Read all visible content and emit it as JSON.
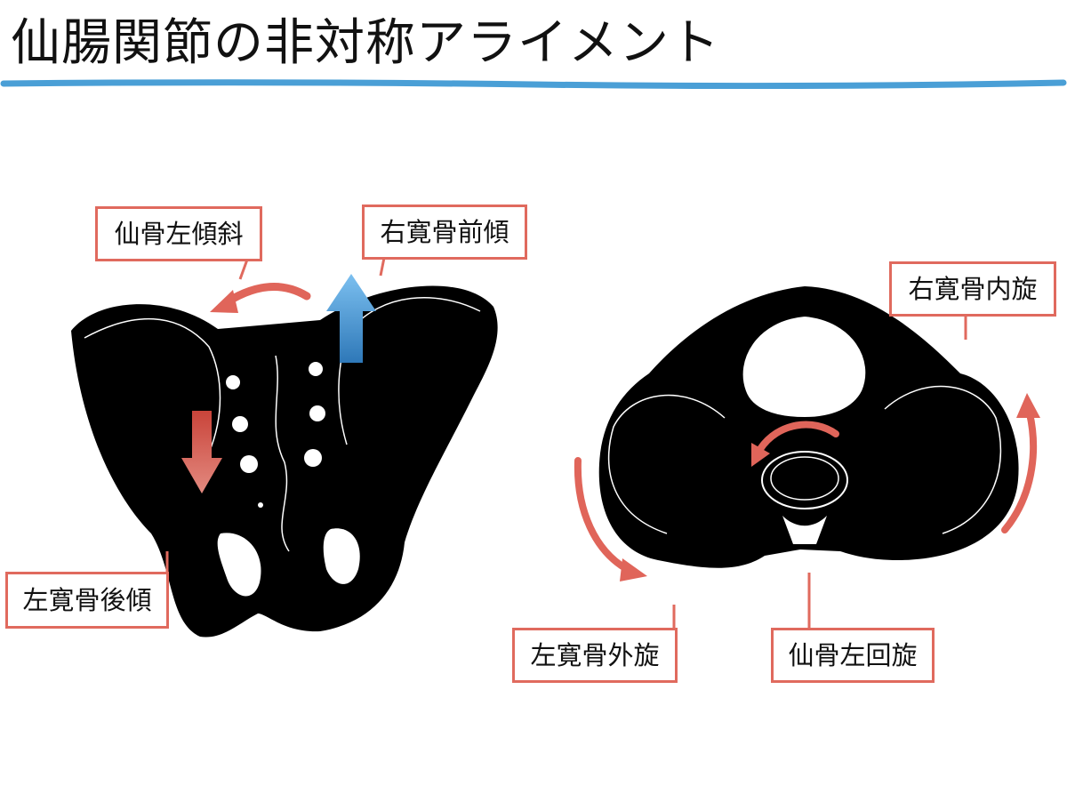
{
  "title": "仙腸関節の非対称アライメント",
  "colors": {
    "rule": "#4a9fd6",
    "bone": "#000000",
    "annotation": "#e06a5e",
    "arrow_red": "#e0655a",
    "arrow_blue": "#4f9fdc",
    "arrow_dark_red": "#c9443a"
  },
  "left_view": {
    "labels": {
      "sacrum_lateral_tilt": "仙骨左傾斜",
      "right_ilium_anterior_tilt": "右寛骨前傾",
      "left_ilium_posterior_tilt": "左寛骨後傾"
    }
  },
  "right_view": {
    "labels": {
      "right_ilium_internal_rotation": "右寛骨内旋",
      "left_ilium_external_rotation": "左寛骨外旋",
      "sacrum_left_rotation": "仙骨左回旋"
    }
  }
}
